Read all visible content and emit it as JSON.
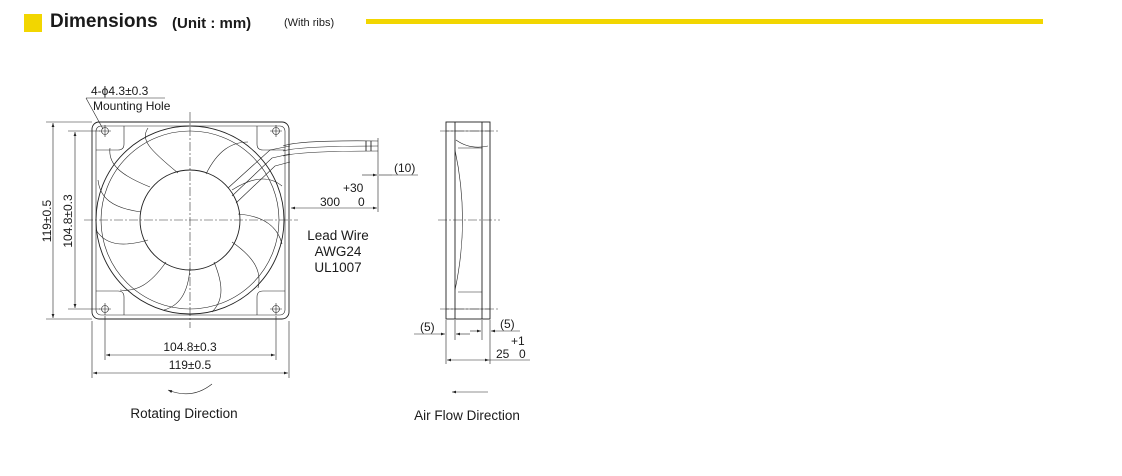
{
  "header": {
    "title": "Dimensions",
    "unit": "(Unit : mm)",
    "note": "(With ribs)",
    "accent_color": "#f2d600"
  },
  "front_view": {
    "hole_spec": "4-ϕ4.3±0.3",
    "hole_label": "Mounting Hole",
    "vertical_outer": "119±0.5",
    "vertical_inner": "104.8±0.3",
    "horizontal_inner": "104.8±0.3",
    "horizontal_outer": "119±0.5",
    "rotation_label": "Rotating Direction"
  },
  "lead_wire": {
    "length": "300",
    "tol_upper": "+30",
    "tol_lower": "0",
    "strip": "(10)",
    "line1": "Lead Wire",
    "line2": "AWG24",
    "line3": "UL1007"
  },
  "side_view": {
    "rib_left": "(5)",
    "rib_right": "(5)",
    "depth": "25",
    "tol_upper": "+1",
    "tol_lower": "0",
    "airflow_label": "Air Flow Direction"
  }
}
